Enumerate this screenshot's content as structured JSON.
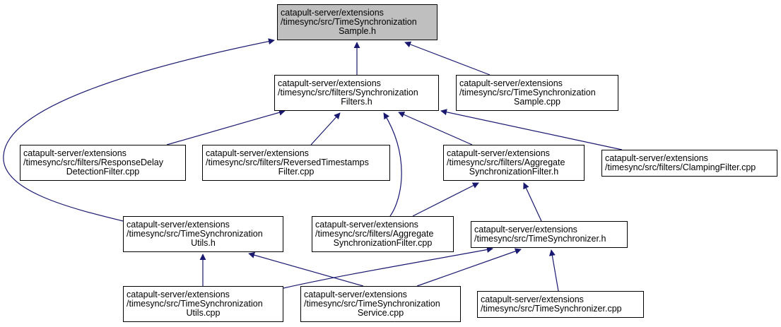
{
  "graph": {
    "nodes": {
      "root": {
        "lines": [
          "catapult-server/extensions",
          "/timesync/src/TimeSynchronization",
          "Sample.h"
        ]
      },
      "sync_filters_h": {
        "lines": [
          "catapult-server/extensions",
          "/timesync/src/filters/Synchronization",
          "Filters.h"
        ]
      },
      "sample_cpp": {
        "lines": [
          "catapult-server/extensions",
          "/timesync/src/TimeSynchronization",
          "Sample.cpp"
        ]
      },
      "response_delay_cpp": {
        "lines": [
          "catapult-server/extensions",
          "/timesync/src/filters/ResponseDelay",
          "DetectionFilter.cpp"
        ]
      },
      "reversed_ts_cpp": {
        "lines": [
          "catapult-server/extensions",
          "/timesync/src/filters/ReversedTimestamps",
          "Filter.cpp"
        ]
      },
      "aggregate_h": {
        "lines": [
          "catapult-server/extensions",
          "/timesync/src/filters/Aggregate",
          "SynchronizationFilter.h"
        ]
      },
      "clamping_cpp": {
        "lines": [
          "catapult-server/extensions",
          "/timesync/src/filters/ClampingFilter.cpp"
        ]
      },
      "utils_h": {
        "lines": [
          "catapult-server/extensions",
          "/timesync/src/TimeSynchronization",
          "Utils.h"
        ]
      },
      "aggregate_cpp": {
        "lines": [
          "catapult-server/extensions",
          "/timesync/src/filters/Aggregate",
          "SynchronizationFilter.cpp"
        ]
      },
      "synchronizer_h": {
        "lines": [
          "catapult-server/extensions",
          "/timesync/src/TimeSynchronizer.h"
        ]
      },
      "utils_cpp": {
        "lines": [
          "catapult-server/extensions",
          "/timesync/src/TimeSynchronization",
          "Utils.cpp"
        ]
      },
      "service_cpp": {
        "lines": [
          "catapult-server/extensions",
          "/timesync/src/TimeSynchronization",
          "Service.cpp"
        ]
      },
      "synchronizer_cpp": {
        "lines": [
          "catapult-server/extensions",
          "/timesync/src/TimeSynchronizer.cpp"
        ]
      }
    },
    "edges": [
      {
        "from": "sync_filters_h",
        "to": "root"
      },
      {
        "from": "sample_cpp",
        "to": "root"
      },
      {
        "from": "utils_h",
        "to": "root"
      },
      {
        "from": "response_delay_cpp",
        "to": "sync_filters_h"
      },
      {
        "from": "reversed_ts_cpp",
        "to": "sync_filters_h"
      },
      {
        "from": "aggregate_cpp",
        "to": "sync_filters_h"
      },
      {
        "from": "aggregate_h",
        "to": "sync_filters_h"
      },
      {
        "from": "clamping_cpp",
        "to": "sync_filters_h"
      },
      {
        "from": "aggregate_cpp",
        "to": "aggregate_h"
      },
      {
        "from": "synchronizer_h",
        "to": "aggregate_h"
      },
      {
        "from": "utils_cpp",
        "to": "utils_h"
      },
      {
        "from": "service_cpp",
        "to": "utils_h"
      },
      {
        "from": "utils_cpp",
        "to": "synchronizer_h"
      },
      {
        "from": "service_cpp",
        "to": "synchronizer_h"
      },
      {
        "from": "synchronizer_cpp",
        "to": "synchronizer_h"
      }
    ],
    "colors": {
      "edge": "#191970",
      "node_border": "#000000",
      "root_fill": "#bfbfbf",
      "node_fill": "#ffffff"
    }
  }
}
